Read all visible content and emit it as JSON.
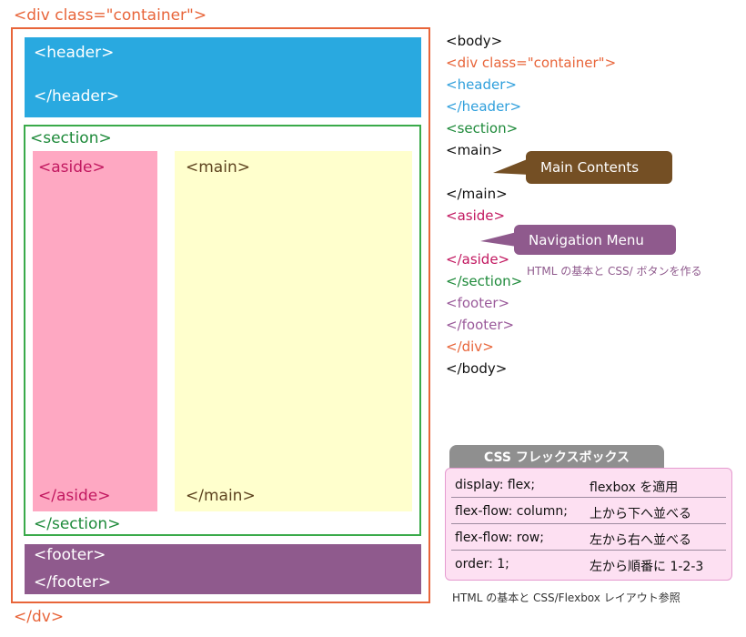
{
  "diagram": {
    "container_open": "<div class=\"container\">",
    "container_close": "</dv>",
    "header_open": "<header>",
    "header_close": "</header>",
    "section_open": "<section>",
    "section_close": "</section>",
    "aside_open": "<aside>",
    "aside_close": "</aside>",
    "main_open": "<main>",
    "main_close": "</main>",
    "footer_open": "<footer>",
    "footer_close": "</footer>"
  },
  "code_list": [
    {
      "text": "<body>",
      "color": "#111111"
    },
    {
      "text": "<div class=\"container\">",
      "color": "#e8653a"
    },
    {
      "text": "<header>",
      "color": "#2f9fdc"
    },
    {
      "text": "</header>",
      "color": "#2f9fdc"
    },
    {
      "text": "<section>",
      "color": "#1e8a3a"
    },
    {
      "text": "<main>",
      "color": "#111111"
    },
    {
      "text": "</main>",
      "color": "#111111"
    },
    {
      "text": "<aside>",
      "color": "#c21860"
    },
    {
      "text": "</aside>",
      "color": "#c21860"
    },
    {
      "text": "</section>",
      "color": "#1e8a3a"
    },
    {
      "text": "<footer>",
      "color": "#9a5a9a"
    },
    {
      "text": "</footer>",
      "color": "#9a5a9a"
    },
    {
      "text": "</div>",
      "color": "#e8653a"
    },
    {
      "text": "</body>",
      "color": "#111111"
    }
  ],
  "callouts": {
    "main": "Main Contents",
    "nav": "Navigation Menu",
    "nav_note": "HTML の基本と CSS/ ボタンを作る"
  },
  "flexbox_table": {
    "title": "CSS フレックスボックス",
    "rows": [
      {
        "property": "display: flex;",
        "description": "flexbox を適用"
      },
      {
        "property": "flex-flow: column;",
        "description": "上から下へ並べる"
      },
      {
        "property": "flex-flow: row;",
        "description": "左から右へ並べる"
      },
      {
        "property": "order: 1;",
        "description": "左から順番に 1-2-3"
      }
    ],
    "footnote": "HTML の基本と CSS/Flexbox レイアウト参照"
  },
  "colors": {
    "container": "#e8653a",
    "header": "#29a9e0",
    "section": "#3aaa4a",
    "aside": "#fea8c2",
    "main": "#ffffcd",
    "footer": "#8f5a8d",
    "callout_main": "#744f24",
    "callout_nav": "#8f5a8d"
  }
}
